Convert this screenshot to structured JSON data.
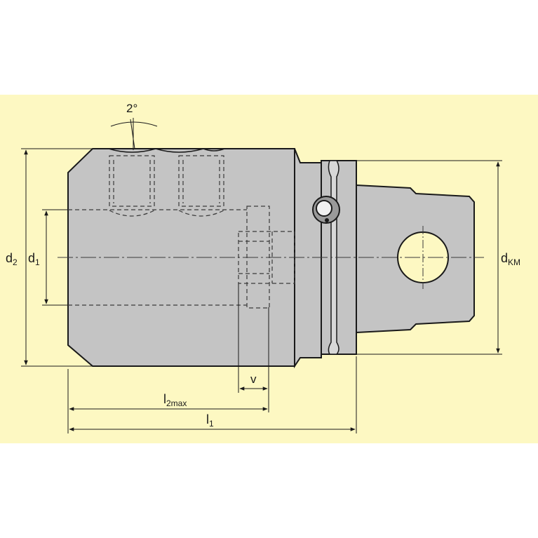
{
  "colors": {
    "background": "#ffffff",
    "panel": "#fdf8c2",
    "part_fill": "#c4c4c4",
    "part_stroke": "#1a1a1a",
    "hidden_line": "#3a3a3a",
    "dimension_line": "#1a1a1a"
  },
  "labels": {
    "angle": "2°",
    "d2": {
      "main": "d",
      "sub": "2"
    },
    "d1": {
      "main": "d",
      "sub": "1"
    },
    "dkm": {
      "main": "d",
      "sub": "KM"
    },
    "v": "v",
    "l2max": {
      "main": "l",
      "sub": "2max"
    },
    "l1": {
      "main": "l",
      "sub": "1"
    }
  }
}
